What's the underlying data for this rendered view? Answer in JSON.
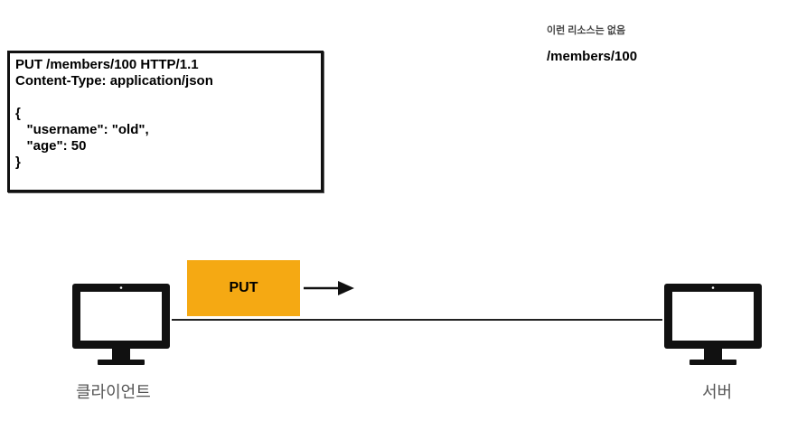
{
  "request": {
    "lines": [
      "PUT /members/100 HTTP/1.1",
      "Content-Type: application/json",
      "",
      "{",
      "   \"username\": \"old\",",
      "   \"age\": 50",
      "}"
    ]
  },
  "server_note": {
    "caption": "이런 리소스는 없음",
    "path": "/members/100"
  },
  "flow": {
    "method_label": "PUT"
  },
  "nodes": {
    "client_label": "클라이언트",
    "server_label": "서버"
  },
  "colors": {
    "method_box": "#f5a913",
    "monitor": "#111111"
  },
  "icons": {
    "client": "monitor-icon",
    "server": "monitor-icon",
    "arrow": "arrow-right-icon"
  }
}
